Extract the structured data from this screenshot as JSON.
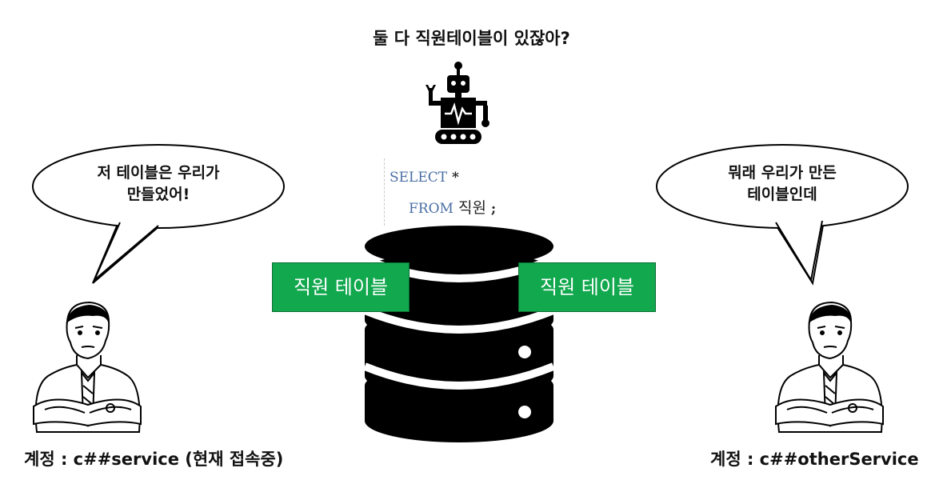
{
  "title": "둘 다 직원테이블이 있잖아?",
  "left_bubble": {
    "line1": "저 테이블은 우리가",
    "line2": "만들었어!"
  },
  "right_bubble": {
    "line1": "뭐래 우리가 만든",
    "line2": "테이블인데"
  },
  "sql": {
    "line1_kw": "SELECT",
    "line1_rest": " *",
    "line2_kw": "FROM",
    "line2_table": " 직원",
    "line2_end": " ;"
  },
  "left_table_label": "직원 테이블",
  "right_table_label": "직원 테이블",
  "left_account": "계정 : c##service (현재 접속중)",
  "right_account": "계정 : c##otherService",
  "icons": [
    "robot-icon",
    "database-icon",
    "person-icon"
  ]
}
